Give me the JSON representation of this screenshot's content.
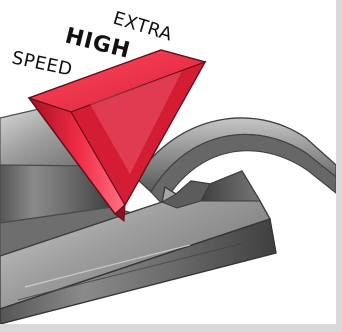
{
  "headline": {
    "words": [
      "SPEED",
      "HIGH",
      "EXTRA"
    ]
  },
  "colors": {
    "background": "#ffffff",
    "frame_border": "#d9d9d9",
    "tool_red": "#ef2b45",
    "tool_red_dark": "#b81428",
    "steel_mid": "#7b7b7b",
    "steel_dark": "#4a4a4a",
    "steel_light": "#c9c9c9",
    "text": "#111111"
  }
}
